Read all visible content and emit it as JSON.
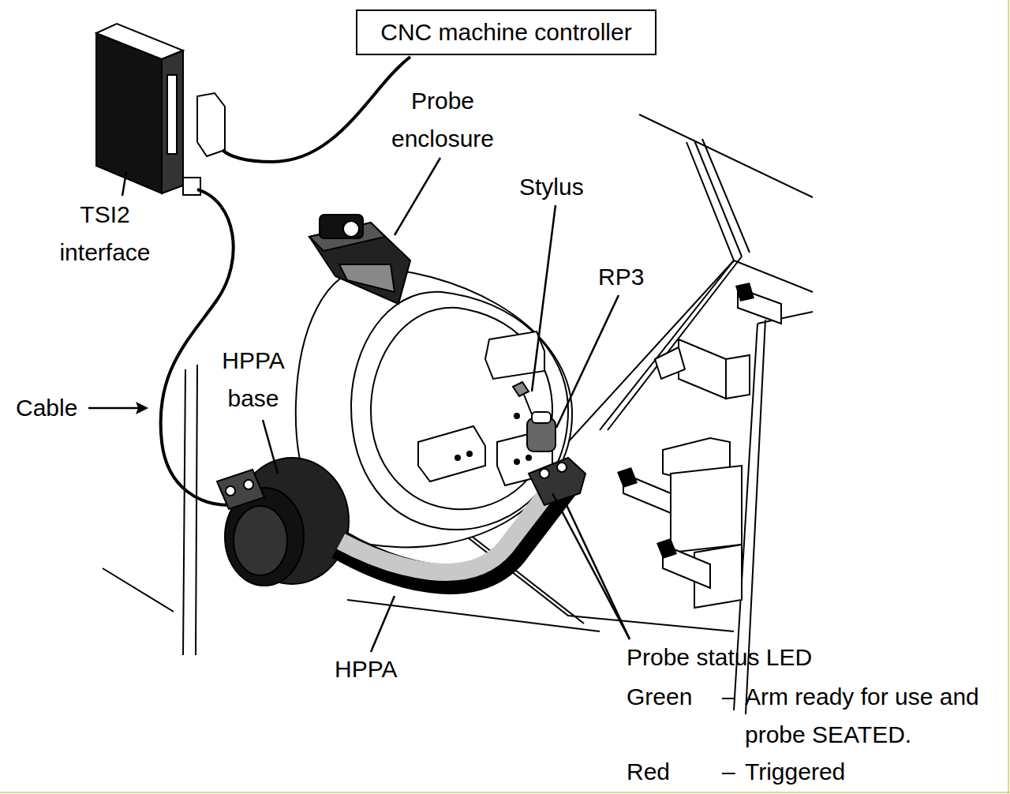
{
  "diagram": {
    "nodes": [
      {
        "text": [
          "CNC machine controller"
        ]
      }
    ],
    "labels": [
      "Probe enclosure",
      "Stylus",
      "RP3",
      "TSI2 interface",
      "HPPA base",
      "Cable",
      "HPPA",
      "Probe status LED",
      "Green",
      "–",
      "Arm ready for use and probe SEATED.",
      "Red",
      "–",
      "Triggered"
    ]
  }
}
